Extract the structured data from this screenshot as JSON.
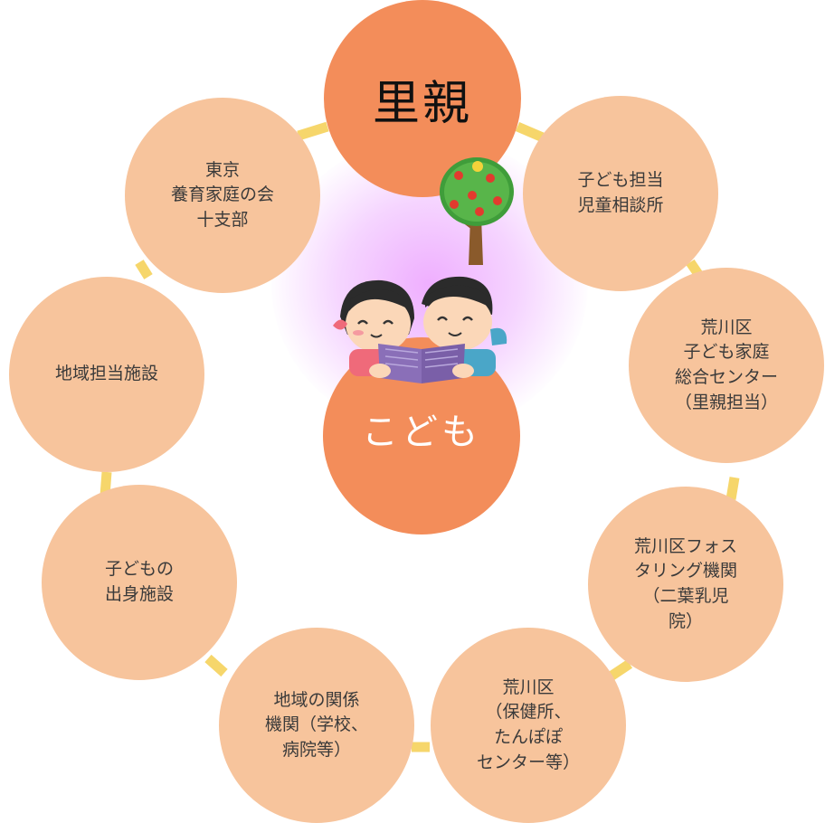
{
  "center": {
    "top_label": "里親",
    "bottom_label": "こども"
  },
  "nodes": [
    {
      "key": "tokyo",
      "label": "東京\n養育家庭の会\n十支部"
    },
    {
      "key": "jido",
      "label": "子ども担当\n児童相談所"
    },
    {
      "key": "katei",
      "label": "荒川区\n子ども家庭\n総合センター\n（里親担当）"
    },
    {
      "key": "fostering",
      "label": "荒川区フォス\nタリング機関\n（二葉乳児\n院）"
    },
    {
      "key": "hoken",
      "label": "荒川区\n（保健所、\nたんぽぽ\nセンター等）"
    },
    {
      "key": "kankei",
      "label": "地域の関係\n機関（学校、\n病院等）"
    },
    {
      "key": "shusshin",
      "label": "子どもの\n出身施設"
    },
    {
      "key": "chiiki",
      "label": "地域担当施設"
    }
  ],
  "colors": {
    "node_fill": "#f7c49c",
    "center_fill": "#f38d5a",
    "ring_line": "#f6d66b",
    "glow": "#eeaaff"
  },
  "icons": [
    "apple-tree-icon",
    "children-reading-book-icon"
  ]
}
